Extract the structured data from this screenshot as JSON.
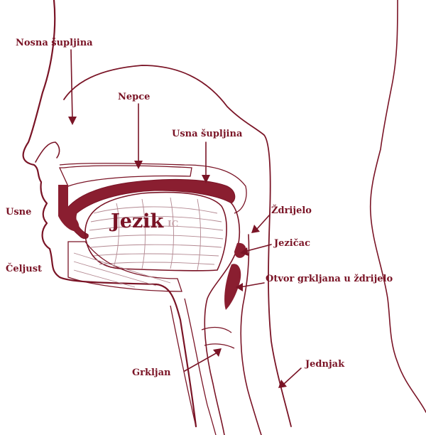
{
  "labels": {
    "nasal_cavity": "Nosna šupljina",
    "palate": "Nepce",
    "oral_cavity": "Usna šupljina",
    "lips": "Usne",
    "tongue": "Jezik",
    "tongue_suffix": "IC",
    "jaw": "Čeljust",
    "pharynx": "Ždrijelo",
    "uvula": "Jezičac",
    "larynx_opening": "Otvor grkljana u ždrijelo",
    "larynx": "Grkljan",
    "esophagus": "Jednjak"
  },
  "colors": {
    "ink": "#7a1426",
    "fill_dark": "#8a1e30",
    "fill_light": "#efe3e3",
    "hatch": "#b38891"
  }
}
